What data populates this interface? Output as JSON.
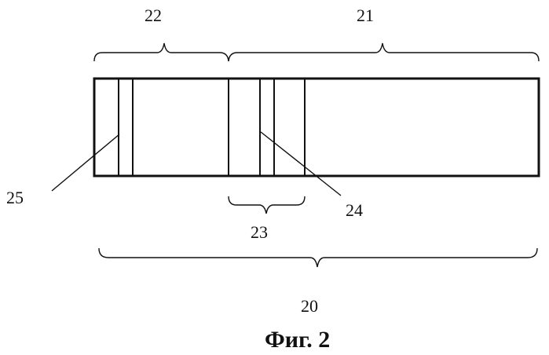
{
  "labels": {
    "l22": "22",
    "l21": "21",
    "l25": "25",
    "l24": "24",
    "l23": "23",
    "l20": "20"
  },
  "caption": "Фиг. 2"
}
